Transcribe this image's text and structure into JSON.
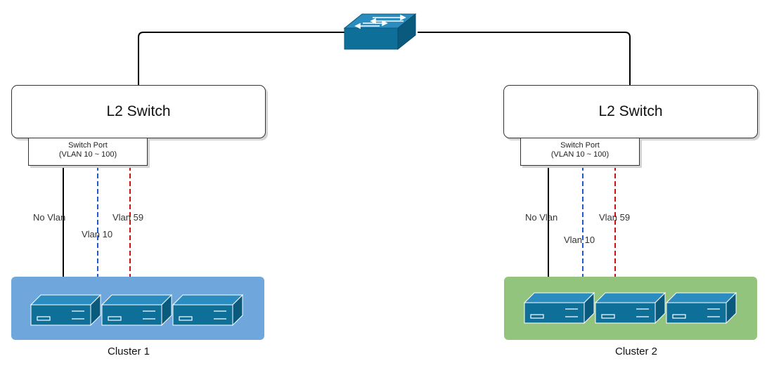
{
  "core_switch": {
    "icon": "network-switch-icon",
    "color": "#0e6f99"
  },
  "switches": [
    {
      "title": "L2 Switch",
      "port_label_1": "Switch Port",
      "port_label_2": "(VLAN 10 ~ 100)",
      "links": {
        "no_vlan": "No Vlan",
        "vlan_a": "Vlan 10",
        "vlan_b": "Vlan 59"
      },
      "cluster": {
        "label": "Cluster 1",
        "color": "#6fa7dc",
        "server_count": 3
      }
    },
    {
      "title": "L2 Switch",
      "port_label_1": "Switch Port",
      "port_label_2": "(VLAN 10 ~ 100)",
      "links": {
        "no_vlan": "No Vlan",
        "vlan_a": "Vlan 10",
        "vlan_b": "Vlan 59"
      },
      "cluster": {
        "label": "Cluster 2",
        "color": "#93c47d",
        "server_count": 3
      }
    }
  ],
  "colors": {
    "vlan_a": "#1e5bc6",
    "vlan_b": "#cc1111",
    "untagged": "#000000",
    "server": "#0e6f99"
  }
}
